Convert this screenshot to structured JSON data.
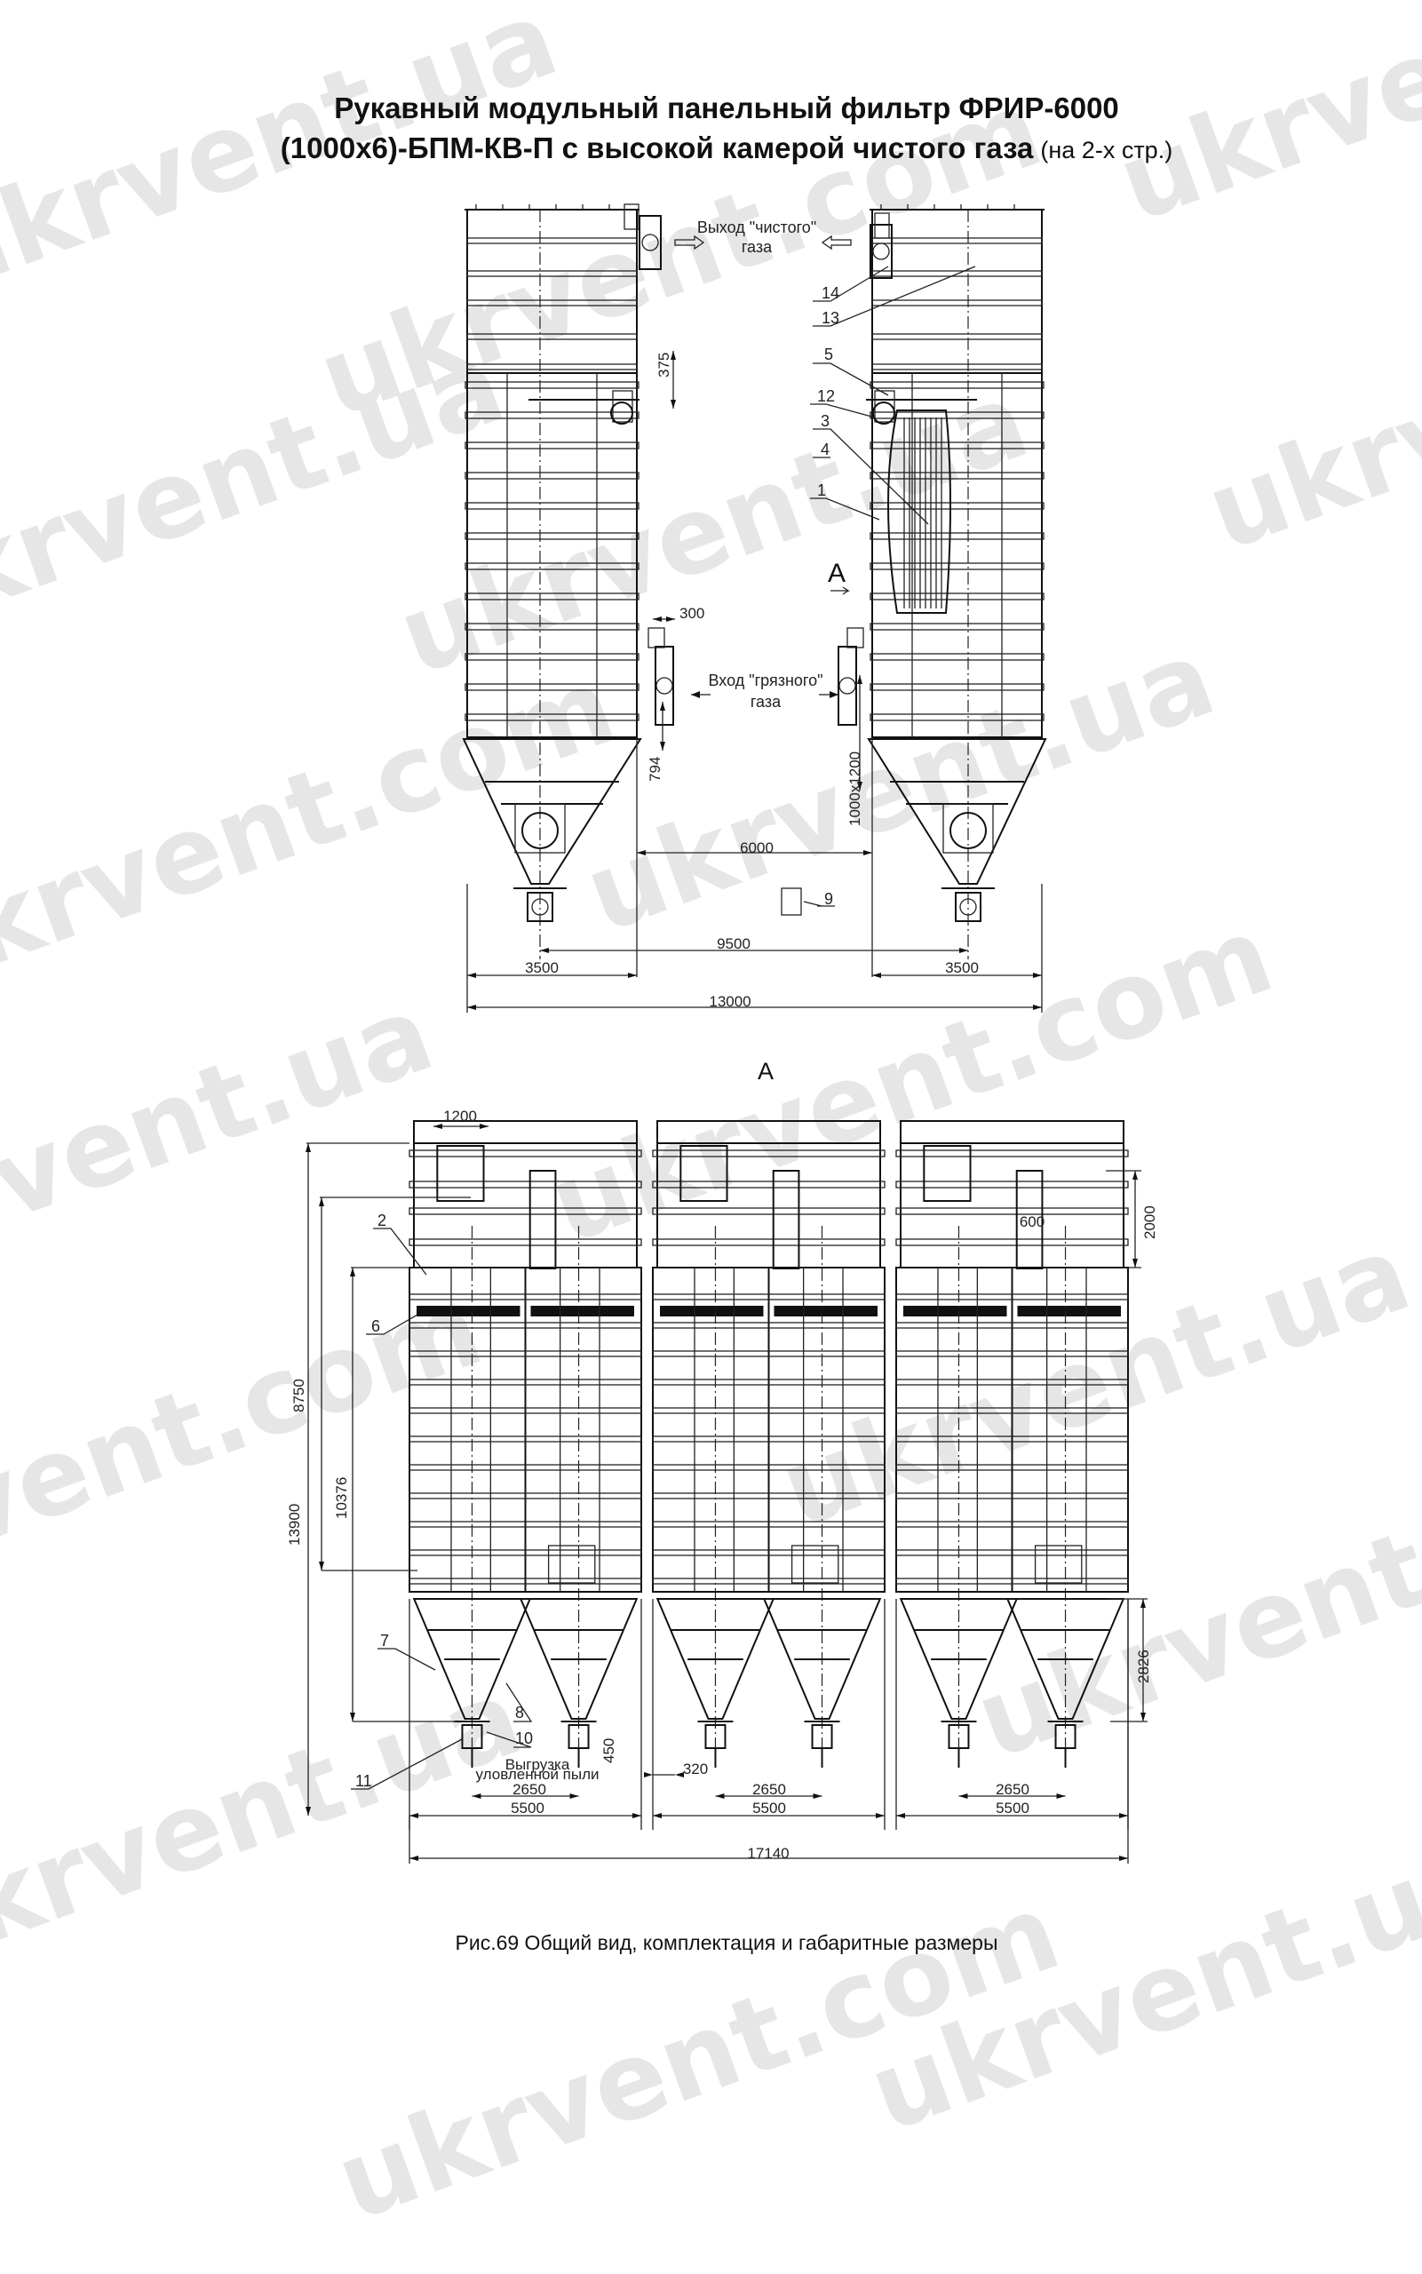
{
  "title": {
    "line1": "Рукавный модульный панельный фильтр ФРИР-6000",
    "line2": "(1000х6)-БПМ-КВ-П с высокой камерой чистого газа",
    "note": "(на 2-х стр.)"
  },
  "top_view": {
    "outlet_label_1": "Выход \"чистого\"",
    "outlet_label_2": "газа",
    "inlet_label_1": "Вход \"грязного\"",
    "inlet_label_2": "газа",
    "dims": {
      "d375": "375",
      "d300": "300",
      "d794": "794",
      "d1000x1200": "1000x1200",
      "d6000": "6000",
      "d9500": "9500",
      "d3500_left": "3500",
      "d3500_right": "3500",
      "d13000": "13000"
    },
    "parts": {
      "p14": "14",
      "p13": "13",
      "p5": "5",
      "p12": "12",
      "p3": "3",
      "p4": "4",
      "p1": "1",
      "p9": "9"
    },
    "view_marker": "A"
  },
  "section_label": "А",
  "view_a": {
    "dims": {
      "d1200": "1200",
      "d2000": "2000",
      "d600": "600",
      "d8750": "8750",
      "d10376": "10376",
      "d13900": "13900",
      "d2826": "2826",
      "d450": "450",
      "d320": "320",
      "d2650_1": "2650",
      "d2650_2": "2650",
      "d2650_3": "2650",
      "d5500_1": "5500",
      "d5500_2": "5500",
      "d5500_3": "5500",
      "d17140": "17140"
    },
    "parts": {
      "p2": "2",
      "p6": "6",
      "p7": "7",
      "p8": "8",
      "p10": "10",
      "p11": "11"
    },
    "discharge_label_1": "Выгрузка",
    "discharge_label_2": "уловленной пыли"
  },
  "caption": "Рис.69 Общий вид, комплектация и габаритные размеры",
  "watermarks": [
    "ukrvent.com",
    "ukrvent.ua"
  ]
}
